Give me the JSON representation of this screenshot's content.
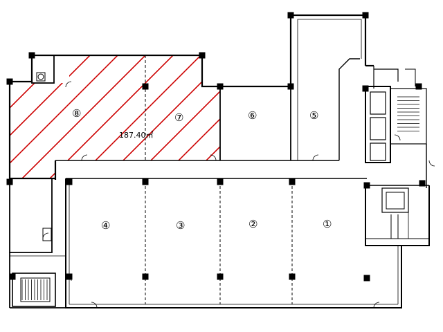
{
  "floorplan": {
    "units": [
      {
        "id": "u1",
        "label": "①"
      },
      {
        "id": "u2",
        "label": "②"
      },
      {
        "id": "u3",
        "label": "③"
      },
      {
        "id": "u4",
        "label": "④"
      },
      {
        "id": "u5",
        "label": "⑤"
      },
      {
        "id": "u6",
        "label": "⑥"
      },
      {
        "id": "u7",
        "label": "⑦"
      },
      {
        "id": "u8",
        "label": "⑧"
      }
    ],
    "highlighted_area": "187.40㎡",
    "colors": {
      "wall": "#000000",
      "hatch": "#cc0000",
      "column": "#000000",
      "background": "#ffffff"
    }
  }
}
